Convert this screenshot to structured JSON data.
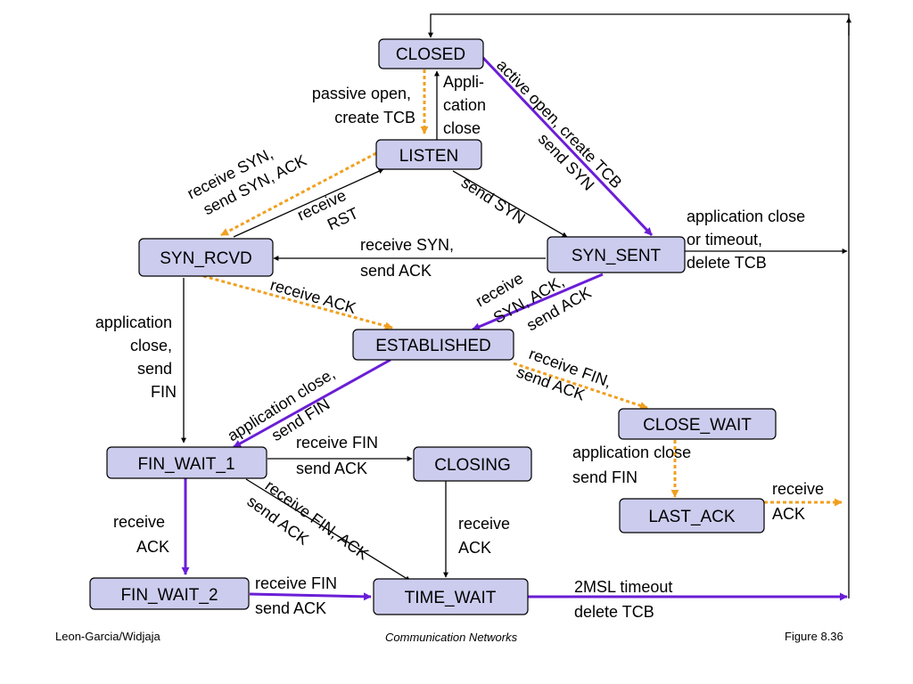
{
  "states": {
    "closed": "CLOSED",
    "listen": "LISTEN",
    "syn_rcvd": "SYN_RCVD",
    "syn_sent": "SYN_SENT",
    "established": "ESTABLISHED",
    "close_wait": "CLOSE_WAIT",
    "fin_wait_1": "FIN_WAIT_1",
    "closing": "CLOSING",
    "last_ack": "LAST_ACK",
    "fin_wait_2": "FIN_WAIT_2",
    "time_wait": "TIME_WAIT"
  },
  "labels": {
    "passive_open": [
      "passive open,",
      "create TCB"
    ],
    "appli_close": [
      "Appli-",
      "cation",
      "close"
    ],
    "active_open": [
      "active open, create TCB",
      "send SYN"
    ],
    "recv_syn_send_synack": [
      "receive SYN,",
      "send SYN, ACK"
    ],
    "receive_rst": [
      "receive",
      "RST"
    ],
    "send_syn": "send SYN",
    "recv_syn_send_ack": [
      "receive SYN,",
      "send ACK"
    ],
    "app_close_timeout": [
      "application close",
      "or timeout,",
      "delete TCB"
    ],
    "receive_ack_est": "receive ACK",
    "recv_synack_send_ack": [
      "receive",
      "SYN, ACK,",
      "send ACK"
    ],
    "app_close_send_fin_left": [
      "application",
      "close,",
      "send",
      "FIN"
    ],
    "app_close_send_fin_est": [
      "application close,",
      "send FIN"
    ],
    "recv_fin_send_ack_est": [
      "receive FIN,",
      "send ACK"
    ],
    "recv_fin_send_ack_fw1": [
      "receive FIN",
      "send ACK"
    ],
    "app_close_send_fin_cw": [
      "application close",
      "send FIN"
    ],
    "receive_ack_lastack": [
      "receive",
      "ACK"
    ],
    "receive_ack_fw1": [
      "receive",
      "ACK"
    ],
    "recv_fin_ack_send_ack": [
      "receive FIN, ACK",
      "send ACK"
    ],
    "receive_ack_closing": [
      "receive",
      "ACK"
    ],
    "recv_fin_send_ack_fw2": [
      "receive FIN",
      "send ACK"
    ],
    "timeout_2msl": [
      "2MSL timeout",
      "delete TCB"
    ]
  },
  "footer": {
    "left": "Leon-Garcia/Widjaja",
    "center": "Communication Networks",
    "right": "Figure 8.36"
  },
  "colors": {
    "state_fill": "#ccccee",
    "purple": "#6a1ed6",
    "orange": "#f0a020",
    "black": "#000000"
  }
}
